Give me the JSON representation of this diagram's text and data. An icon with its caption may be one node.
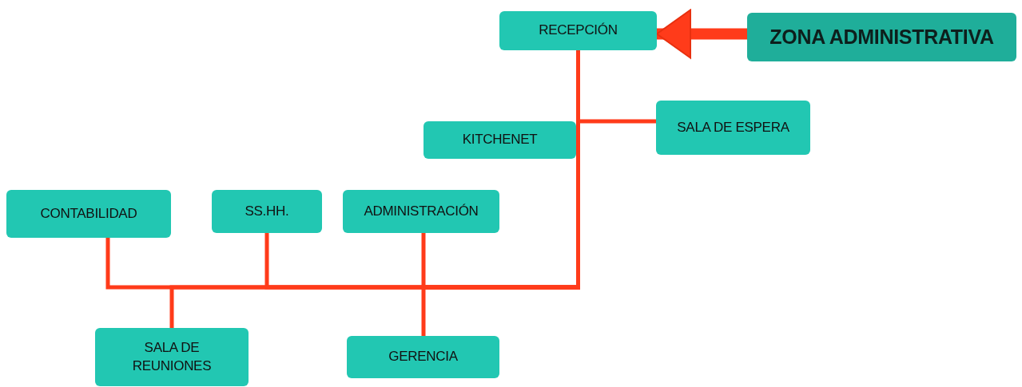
{
  "diagram": {
    "nodes": [
      {
        "text": [
          "RECEPCIÓN"
        ]
      },
      {
        "text": [
          "ZONA ADMINISTRATIVA"
        ]
      },
      {
        "text": [
          "KITCHENET"
        ]
      },
      {
        "text": [
          "SALA DE ESPERA"
        ]
      },
      {
        "text": [
          "CONTABILIDAD"
        ]
      },
      {
        "text": [
          "SS.HH."
        ]
      },
      {
        "text": [
          "ADMINISTRACIÓN"
        ]
      },
      {
        "text": [
          "SALA DE REUNIONES"
        ]
      },
      {
        "text": [
          "GERENCIA"
        ]
      }
    ],
    "edges": [
      {
        "from": 1,
        "to": 0,
        "arrow": "to",
        "style": "thick"
      },
      {
        "from": 0,
        "to": 2,
        "arrow": "none"
      },
      {
        "from": 0,
        "to": 3,
        "arrow": "none"
      },
      {
        "from": 0,
        "to": 4,
        "arrow": "none"
      },
      {
        "from": 0,
        "to": 5,
        "arrow": "none"
      },
      {
        "from": 0,
        "to": 6,
        "arrow": "none"
      },
      {
        "from": 0,
        "to": 7,
        "arrow": "none"
      },
      {
        "from": 0,
        "to": 8,
        "arrow": "none"
      }
    ]
  }
}
